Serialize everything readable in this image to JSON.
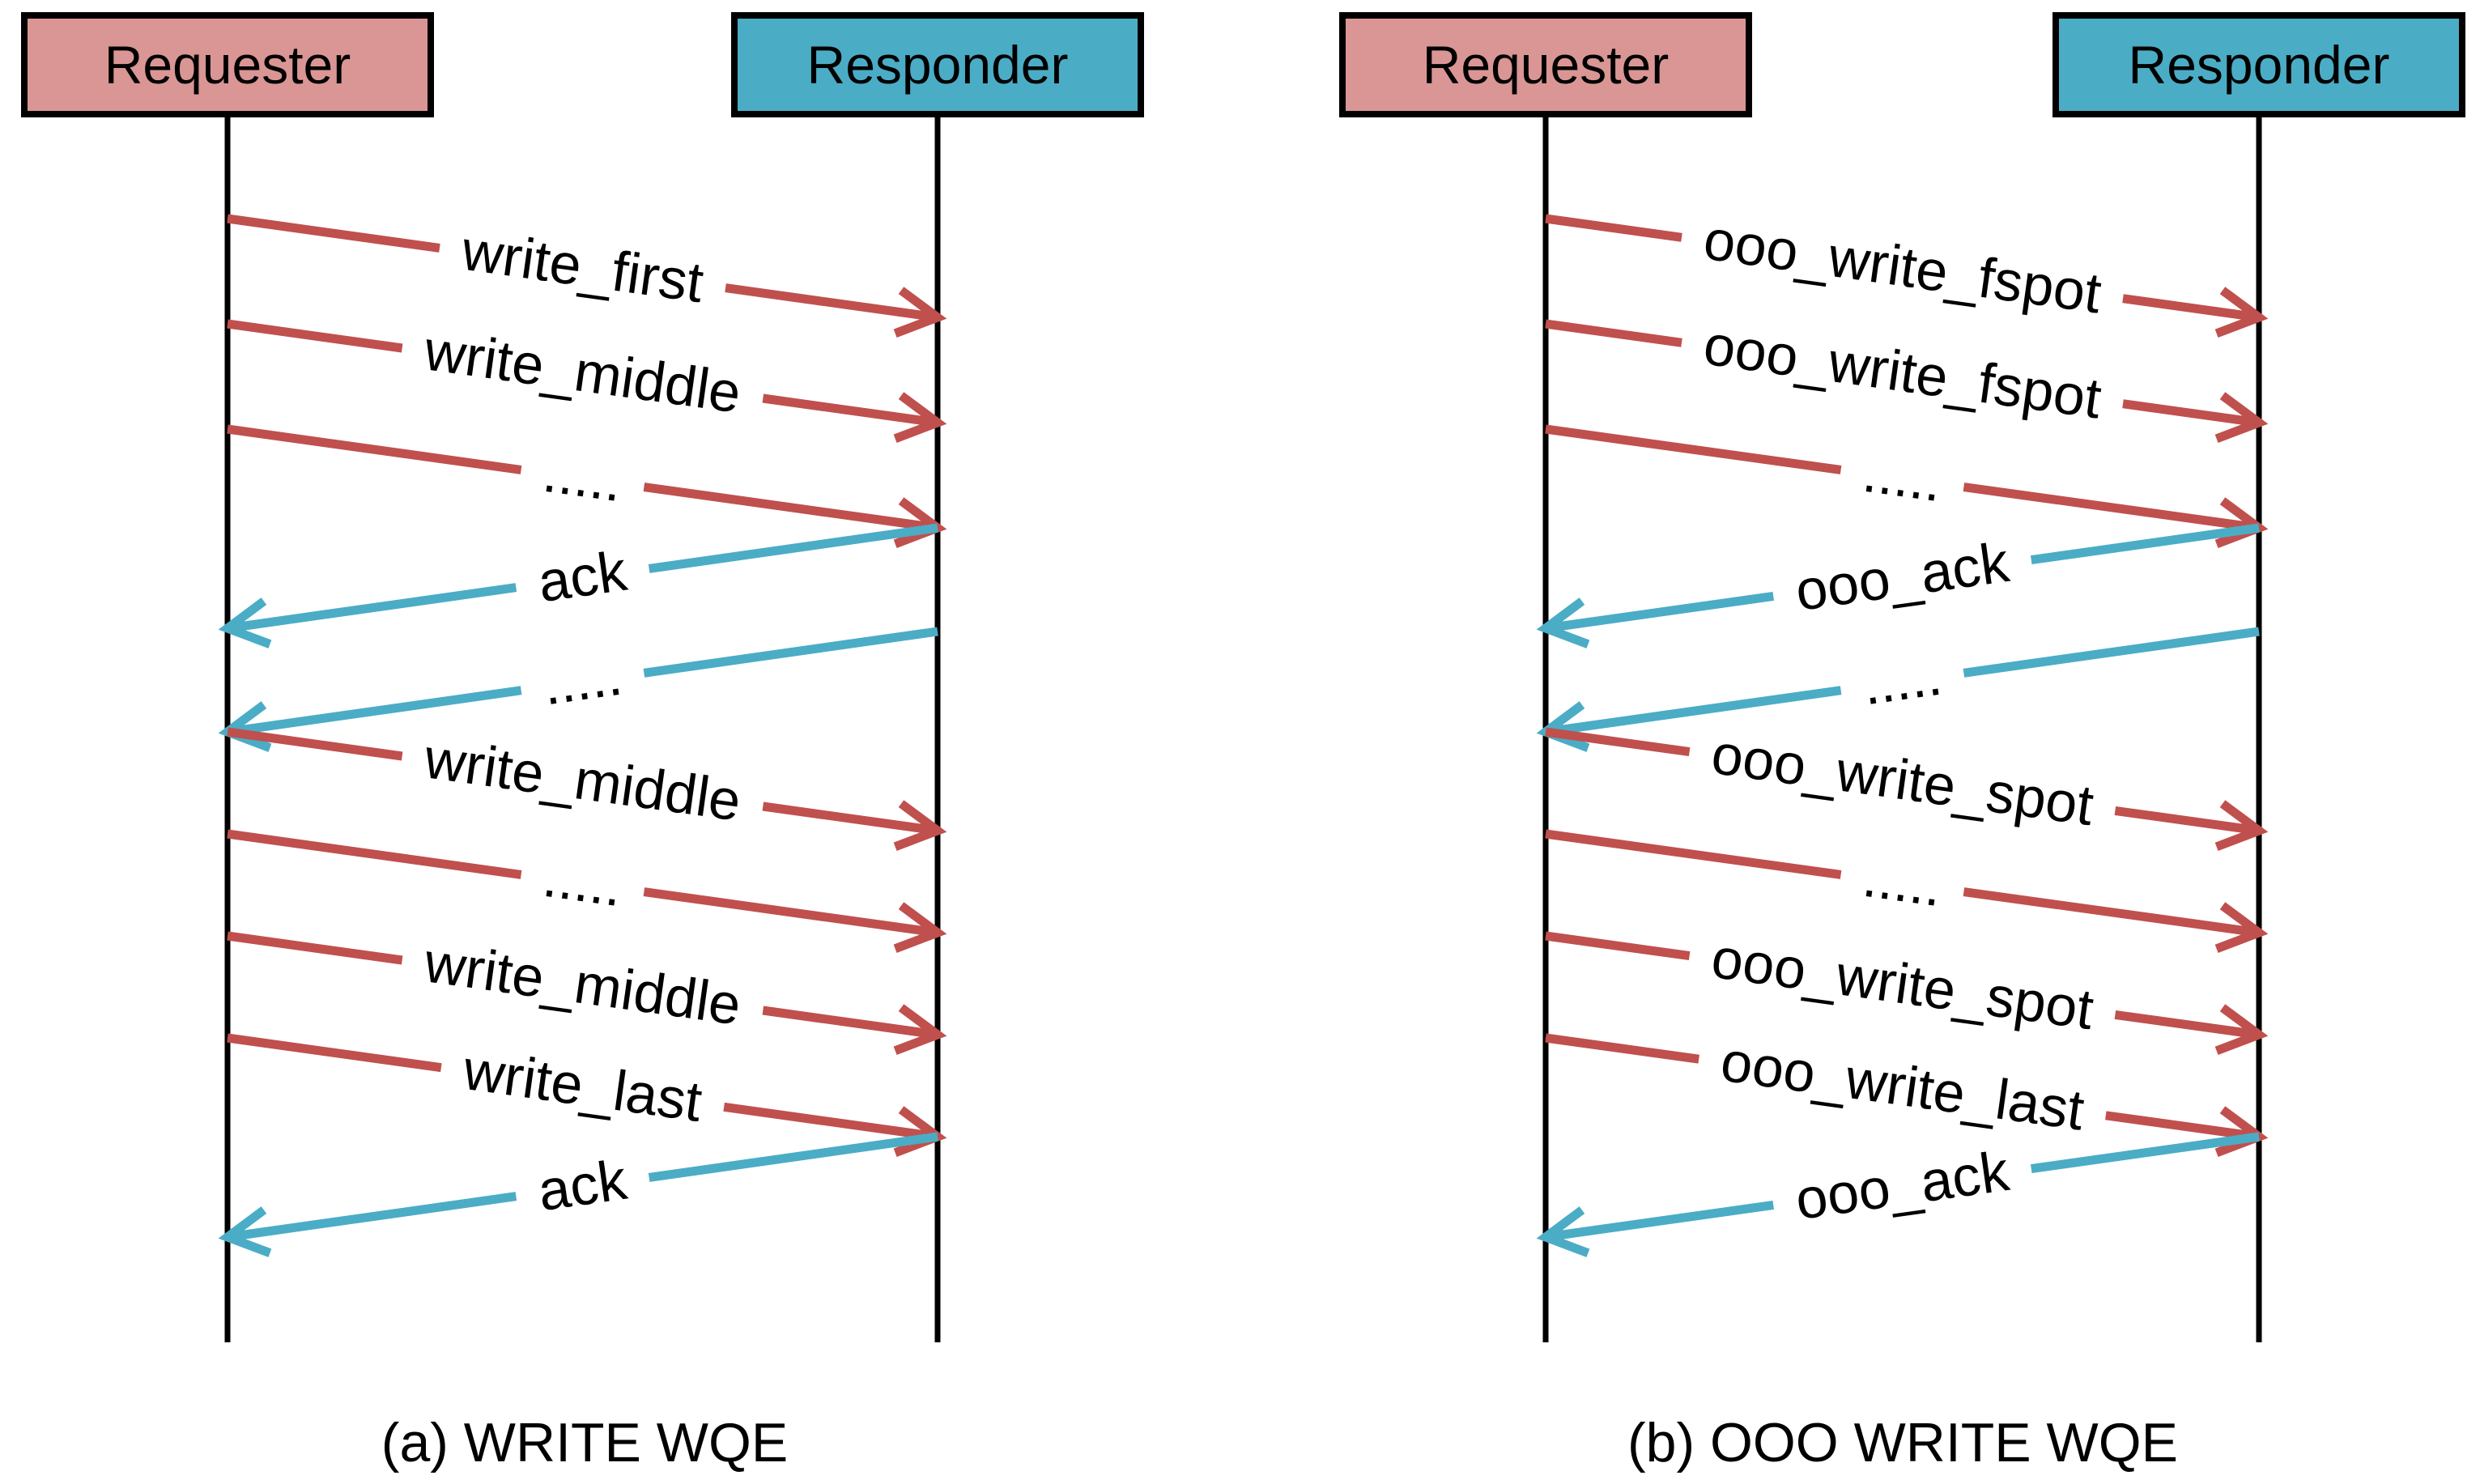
{
  "colors": {
    "request_arrow": "#C0504D",
    "ack_arrow": "#4BACC6",
    "requester_box_fill": "#D99694",
    "responder_box_fill": "#4BACC6",
    "box_border": "#000000",
    "lifeline": "#000000",
    "label_text": "#000000"
  },
  "diagrams": [
    {
      "caption": "(a) WRITE WQE",
      "actors": [
        {
          "role": "requester",
          "name": "Requester"
        },
        {
          "role": "responder",
          "name": "Responder"
        }
      ],
      "messages": [
        {
          "label": "write_first",
          "from": "requester",
          "to": "responder",
          "type": "request"
        },
        {
          "label": "write_middle",
          "from": "requester",
          "to": "responder",
          "type": "request"
        },
        {
          "label": ".....",
          "from": "requester",
          "to": "responder",
          "type": "request"
        },
        {
          "label": "ack",
          "from": "responder",
          "to": "requester",
          "type": "ack"
        },
        {
          "label": ".....",
          "from": "responder",
          "to": "requester",
          "type": "ack"
        },
        {
          "label": "write_middle",
          "from": "requester",
          "to": "responder",
          "type": "request"
        },
        {
          "label": ".....",
          "from": "requester",
          "to": "responder",
          "type": "request"
        },
        {
          "label": "write_middle",
          "from": "requester",
          "to": "responder",
          "type": "request"
        },
        {
          "label": "write_last",
          "from": "requester",
          "to": "responder",
          "type": "request"
        },
        {
          "label": "ack",
          "from": "responder",
          "to": "requester",
          "type": "ack"
        }
      ]
    },
    {
      "caption": "(b) OOO WRITE WQE",
      "actors": [
        {
          "role": "requester",
          "name": "Requester"
        },
        {
          "role": "responder",
          "name": "Responder"
        }
      ],
      "messages": [
        {
          "label": "ooo_write_fspot",
          "from": "requester",
          "to": "responder",
          "type": "request"
        },
        {
          "label": "ooo_write_fspot",
          "from": "requester",
          "to": "responder",
          "type": "request"
        },
        {
          "label": ".....",
          "from": "requester",
          "to": "responder",
          "type": "request"
        },
        {
          "label": "ooo_ack",
          "from": "responder",
          "to": "requester",
          "type": "ack"
        },
        {
          "label": ".....",
          "from": "responder",
          "to": "requester",
          "type": "ack"
        },
        {
          "label": "ooo_write_spot",
          "from": "requester",
          "to": "responder",
          "type": "request"
        },
        {
          "label": ".....",
          "from": "requester",
          "to": "responder",
          "type": "request"
        },
        {
          "label": "ooo_write_spot",
          "from": "requester",
          "to": "responder",
          "type": "request"
        },
        {
          "label": "ooo_write_last",
          "from": "requester",
          "to": "responder",
          "type": "request"
        },
        {
          "label": "ooo_ack",
          "from": "responder",
          "to": "requester",
          "type": "ack"
        }
      ]
    }
  ]
}
